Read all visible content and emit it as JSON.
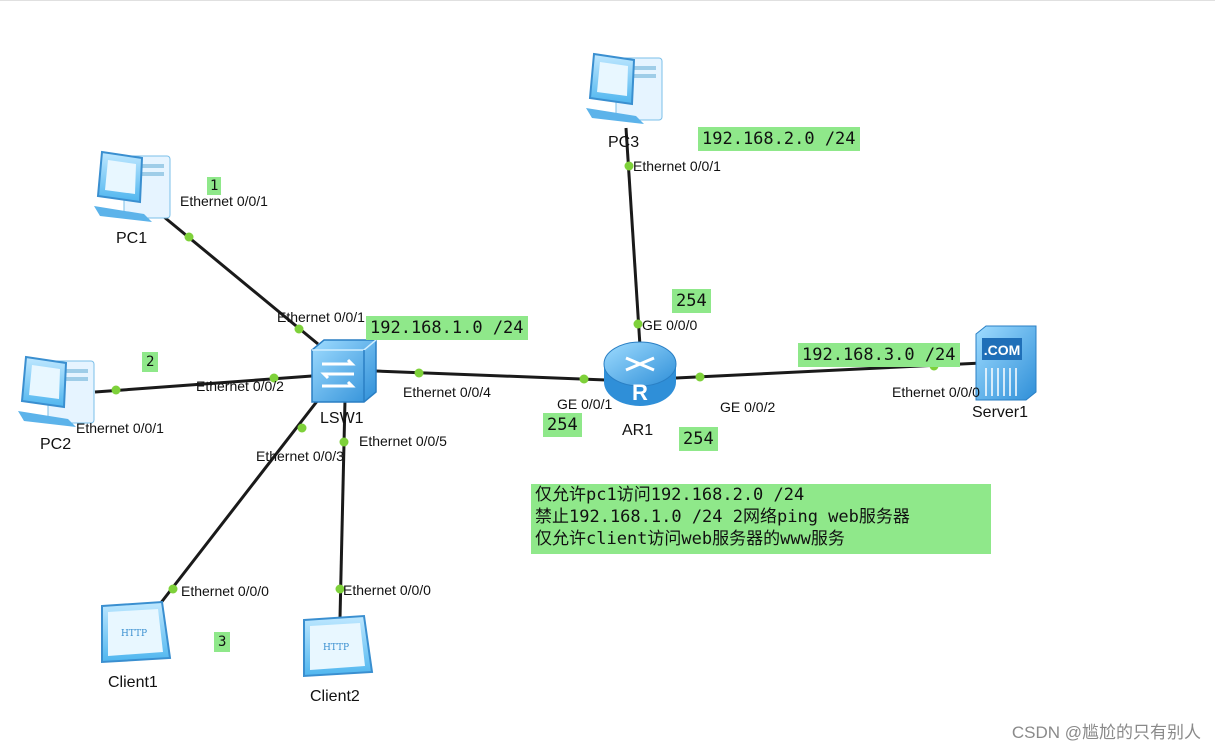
{
  "devices": {
    "pc1": "PC1",
    "pc2": "PC2",
    "pc3": "PC3",
    "switch": "LSW1",
    "router": "AR1",
    "server": "Server1",
    "client1": "Client1",
    "client2": "Client2"
  },
  "ports": {
    "pc1_eth": "Ethernet 0/0/1",
    "sw_eth1": "Ethernet 0/0/1",
    "sw_eth2": "Ethernet 0/0/2",
    "pc2_eth": "Ethernet 0/0/1",
    "sw_eth3": "Ethernet 0/0/3",
    "sw_eth4": "Ethernet 0/0/4",
    "sw_eth5": "Ethernet 0/0/5",
    "client1_eth": "Ethernet 0/0/0",
    "client2_eth": "Ethernet 0/0/0",
    "pc3_eth": "Ethernet 0/0/1",
    "ar_ge0": "GE 0/0/0",
    "ar_ge1": "GE 0/0/1",
    "ar_ge2": "GE 0/0/2",
    "server_eth": "Ethernet 0/0/0"
  },
  "notes": {
    "n1": "1",
    "n2": "2",
    "n3": "3",
    "net1": "192.168.1.0 /24",
    "net2": "192.168.2.0 /24",
    "net3": "192.168.3.0 /24",
    "ge0_ip": "254",
    "ge1_ip": "254",
    "ge2_ip": "254",
    "policy": [
      "仅允许pc1访问192.168.2.0 /24",
      "禁止192.168.1.0 /24 2网络ping web服务器",
      "仅允许client访问web服务器的www服务"
    ]
  },
  "icons": {
    "pc": "desktop-pc-icon",
    "switch": "switch-icon",
    "router": "router-icon",
    "server": "server-icon",
    "client": "http-client-icon"
  },
  "colors": {
    "link": "#1a1a1a",
    "port_dot": "#7ed13a",
    "note_bg": "#8fe88a",
    "device_blue": "#3a9fe8"
  },
  "watermark": "CSDN @尴尬的只有别人"
}
